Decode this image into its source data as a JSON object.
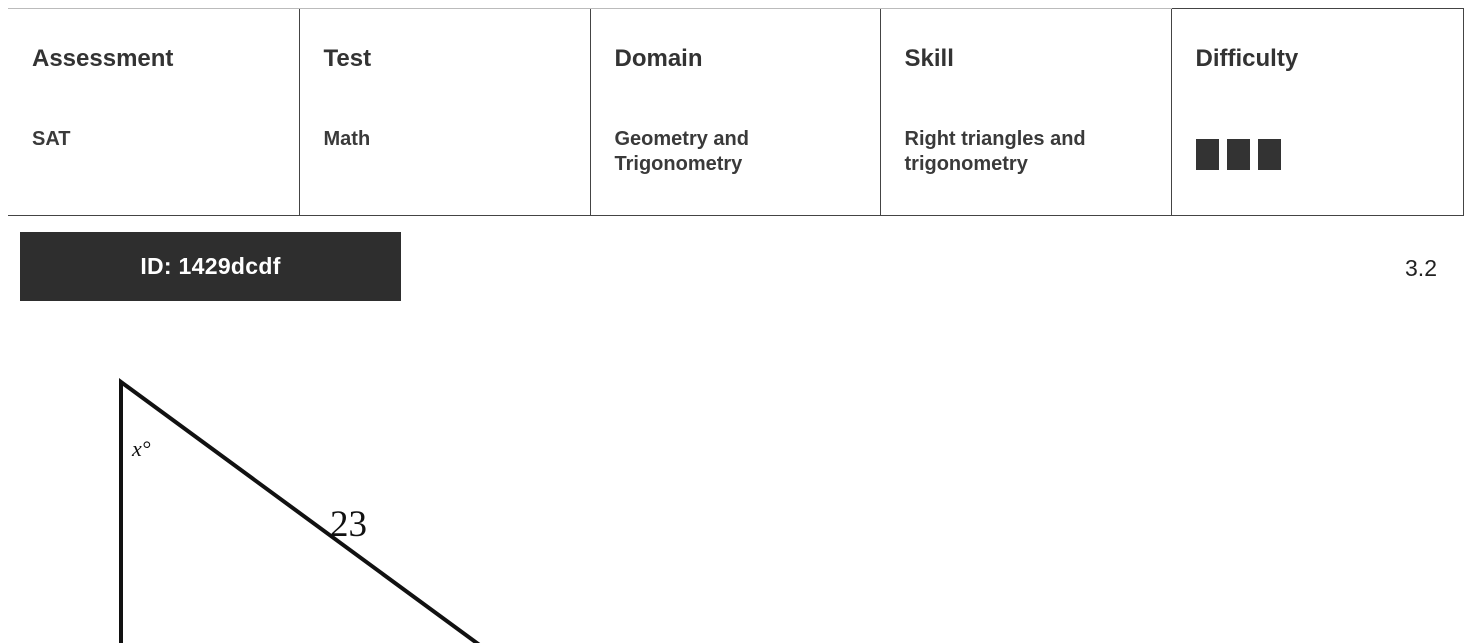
{
  "info_table": {
    "columns": [
      {
        "header": "Assessment",
        "value": "SAT"
      },
      {
        "header": "Test",
        "value": "Math"
      },
      {
        "header": "Domain",
        "value": "Geometry and Trigonometry"
      },
      {
        "header": "Skill",
        "value": "Right triangles and trigonometry"
      },
      {
        "header": "Difficulty",
        "value_blocks": 3
      }
    ]
  },
  "question_id": "ID: 1429dcdf",
  "version": "3.2",
  "figure": {
    "angle_label": "x°",
    "side_label": "23"
  },
  "colors": {
    "badge_background": "#2e2e2e",
    "text": "#333333",
    "difficulty_block": "#333333"
  }
}
